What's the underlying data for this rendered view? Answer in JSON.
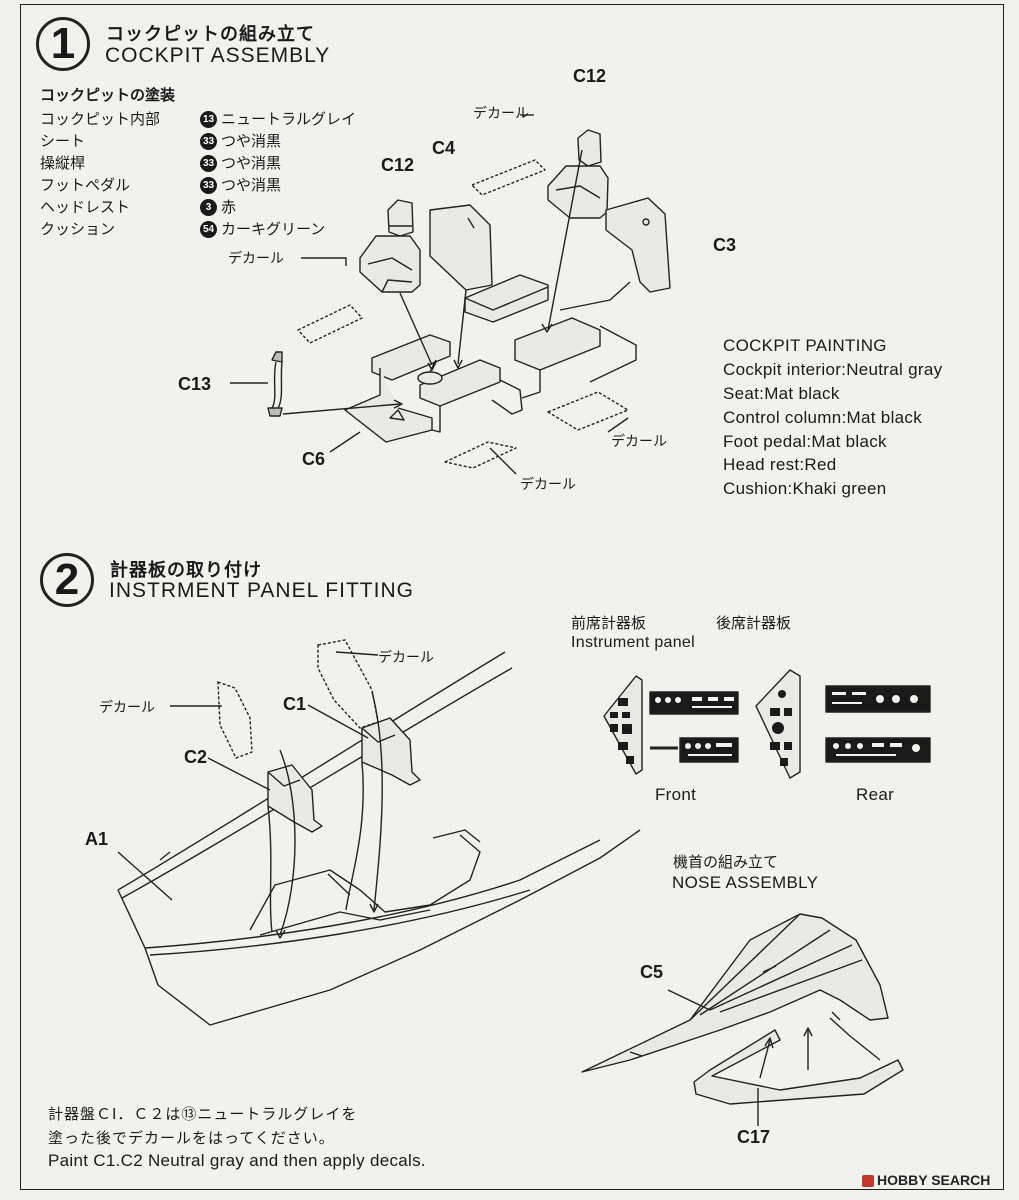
{
  "step1": {
    "number": "1",
    "title_ja": "コックピットの組み立て",
    "title_en": "COCKPIT ASSEMBLY",
    "painting_ja": {
      "heading": "コックピットの塗装",
      "rows": [
        {
          "part": "コックピット内部",
          "code": "13",
          "color": "ニュートラルグレイ"
        },
        {
          "part": "シート",
          "code": "33",
          "color": "つや消黒"
        },
        {
          "part": "操縦桿",
          "code": "33",
          "color": "つや消黒"
        },
        {
          "part": "フットペダル",
          "code": "33",
          "color": "つや消黒"
        },
        {
          "part": "ヘッドレスト",
          "code": "3",
          "color": "赤"
        },
        {
          "part": "クッション",
          "code": "54",
          "color": "カーキグリーン"
        }
      ]
    },
    "painting_en": {
      "heading": "COCKPIT PAINTING",
      "rows": [
        "Cockpit interior:Neutral gray",
        "Seat:Mat black",
        "Control column:Mat black",
        "Foot pedal:Mat black",
        "Head rest:Red",
        "Cushion:Khaki green"
      ]
    },
    "parts": {
      "c12_left": "C12",
      "c12_right": "C12",
      "c4": "C4",
      "c3": "C3",
      "c13": "C13",
      "c6": "C6"
    },
    "decal_label": "デカール"
  },
  "step2": {
    "number": "2",
    "title_ja": "計器板の取り付け",
    "title_en": "INSTRMENT PANEL FITTING",
    "panel_front_ja": "前席計器板",
    "panel_rear_ja": "後席計器板",
    "panel_en": "Instrument panel",
    "front": "Front",
    "rear": "Rear",
    "parts": {
      "c1": "C1",
      "c2": "C2",
      "a1": "A1",
      "c5": "C5",
      "c17": "C17"
    },
    "decal_label": "デカール",
    "nose_ja": "機首の組み立て",
    "nose_en": "NOSE ASSEMBLY",
    "note_ja_1": "計器盤ＣⅠ．Ｃ２は⑬ニュートラルグレイを",
    "note_ja_2": "塗った後でデカールをはってください。",
    "note_en": "Paint C1.C2 Neutral gray and then apply decals."
  },
  "watermark": "HOBBY SEARCH"
}
